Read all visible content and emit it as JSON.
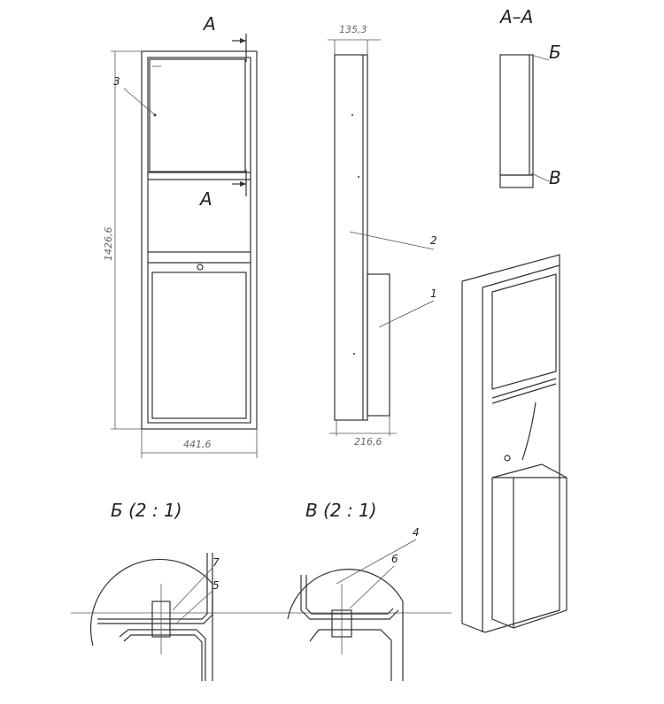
{
  "section_marks": {
    "a_top": "A",
    "a_bottom": "A",
    "section_title": "A–A",
    "b": "Б",
    "v": "В"
  },
  "dimensions": {
    "height": "1426,6",
    "width": "441,6",
    "top_depth": "135,3",
    "bottom_depth": "216,6"
  },
  "callouts": {
    "c1": "1",
    "c2": "2",
    "c3": "3",
    "c4": "4",
    "c5": "5",
    "c6": "6",
    "c7": "7"
  },
  "details": {
    "detail_b": "Б (2 : 1)",
    "detail_v": "В (2 : 1)"
  }
}
